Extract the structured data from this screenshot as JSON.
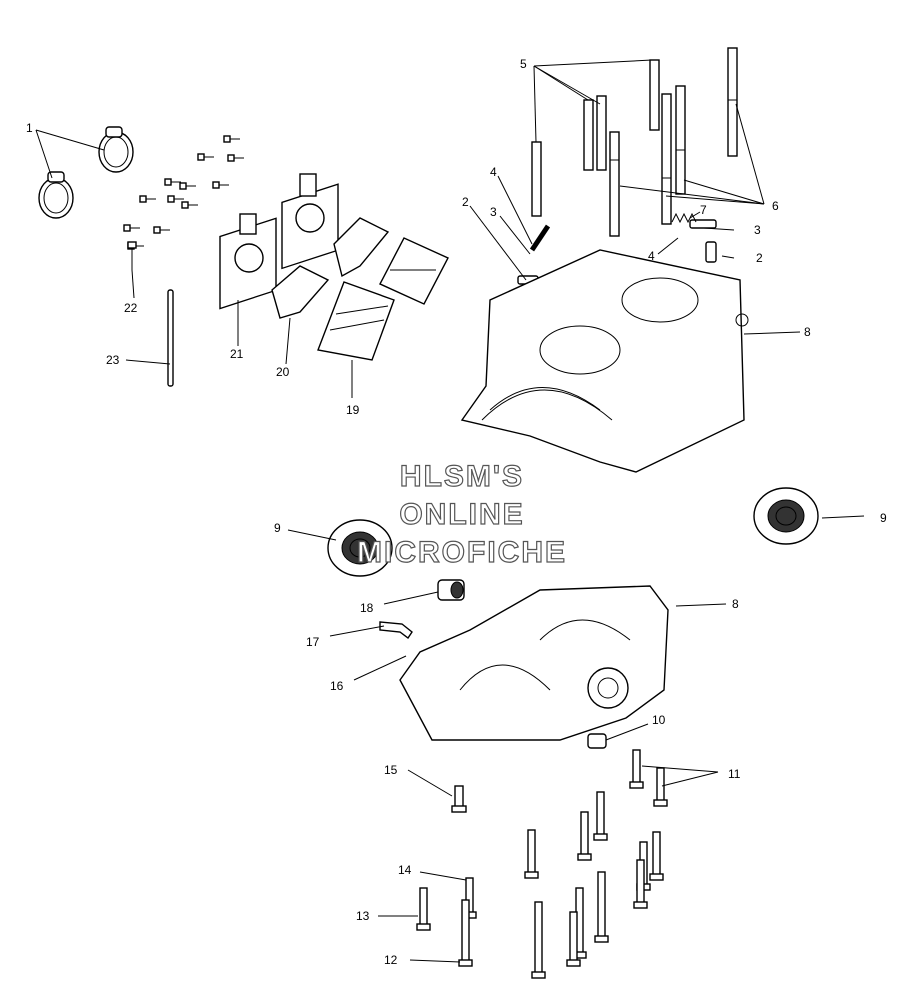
{
  "watermark": {
    "line1": "HLSM'S",
    "line2": "ONLINE",
    "line3": "MICROFICHE"
  },
  "callouts": [
    {
      "id": "c1",
      "text": "1"
    },
    {
      "id": "c2a",
      "text": "2"
    },
    {
      "id": "c2b",
      "text": "2"
    },
    {
      "id": "c3a",
      "text": "3"
    },
    {
      "id": "c3b",
      "text": "3"
    },
    {
      "id": "c4a",
      "text": "4"
    },
    {
      "id": "c4b",
      "text": "4"
    },
    {
      "id": "c5",
      "text": "5"
    },
    {
      "id": "c6",
      "text": "6"
    },
    {
      "id": "c7",
      "text": "7"
    },
    {
      "id": "c8a",
      "text": "8"
    },
    {
      "id": "c8b",
      "text": "8"
    },
    {
      "id": "c9a",
      "text": "9"
    },
    {
      "id": "c9b",
      "text": "9"
    },
    {
      "id": "c10",
      "text": "10"
    },
    {
      "id": "c11",
      "text": "11"
    },
    {
      "id": "c12",
      "text": "12"
    },
    {
      "id": "c13",
      "text": "13"
    },
    {
      "id": "c14",
      "text": "14"
    },
    {
      "id": "c15",
      "text": "15"
    },
    {
      "id": "c16",
      "text": "16"
    },
    {
      "id": "c17",
      "text": "17"
    },
    {
      "id": "c18",
      "text": "18"
    },
    {
      "id": "c19",
      "text": "19"
    },
    {
      "id": "c20",
      "text": "20"
    },
    {
      "id": "c21",
      "text": "21"
    },
    {
      "id": "c22",
      "text": "22"
    },
    {
      "id": "c23",
      "text": "23"
    }
  ]
}
